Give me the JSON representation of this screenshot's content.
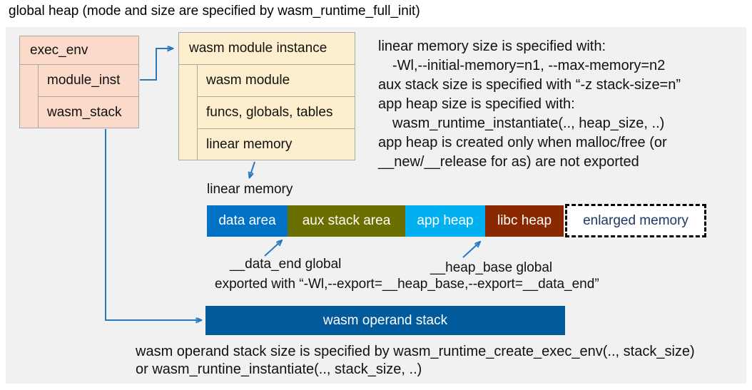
{
  "title": "global heap (mode and size are specified by wasm_runtime_full_init)",
  "exec_env": {
    "header": "exec_env",
    "rows": [
      "module_inst",
      "wasm_stack"
    ]
  },
  "module_instance": {
    "header": "wasm module instance",
    "rows": [
      "wasm module",
      "funcs, globals, tables",
      "linear memory"
    ]
  },
  "notes_right": {
    "lines": [
      "linear memory size is specified with:",
      "-Wl,--initial-memory=n1, --max-memory=n2",
      "aux stack size is specified with “-z stack-size=n”",
      "app heap size is specified with:",
      "wasm_runtime_instantiate(.., heap_size, ..)",
      "app heap is created only when malloc/free (or",
      "__new/__release for as) are not exported"
    ]
  },
  "linear_memory": {
    "label": "linear memory",
    "segments": [
      {
        "label": "data area",
        "color": "#0071c5"
      },
      {
        "label": "aux stack area",
        "color": "#6b6f00"
      },
      {
        "label": "app heap",
        "color": "#00b0f0"
      },
      {
        "label": "libc heap",
        "color": "#8a2900"
      },
      {
        "label": "enlarged memory",
        "color": "#ffffff"
      }
    ]
  },
  "annotations": {
    "data_end": "__data_end global",
    "heap_base": "__heap_base global",
    "exported": "exported with “-Wl,--export=__heap_base,--export=__data_end”"
  },
  "operand_stack": {
    "label": "wasm operand stack",
    "color": "#015a9b"
  },
  "notes_bottom": {
    "lines": [
      "wasm operand stack size is specified by wasm_runtime_create_exec_env(.., stack_size)",
      "or wasm_runtine_instantiate(.., stack_size, ..)"
    ]
  },
  "colors": {
    "arrow": "#2878be",
    "panel_bg": "#f1f1f1",
    "exec_env_fill": "#fbdac9",
    "module_instance_fill": "#fdeecd",
    "enlarged_text": "#1f3864",
    "border": "#a8a8a8"
  }
}
